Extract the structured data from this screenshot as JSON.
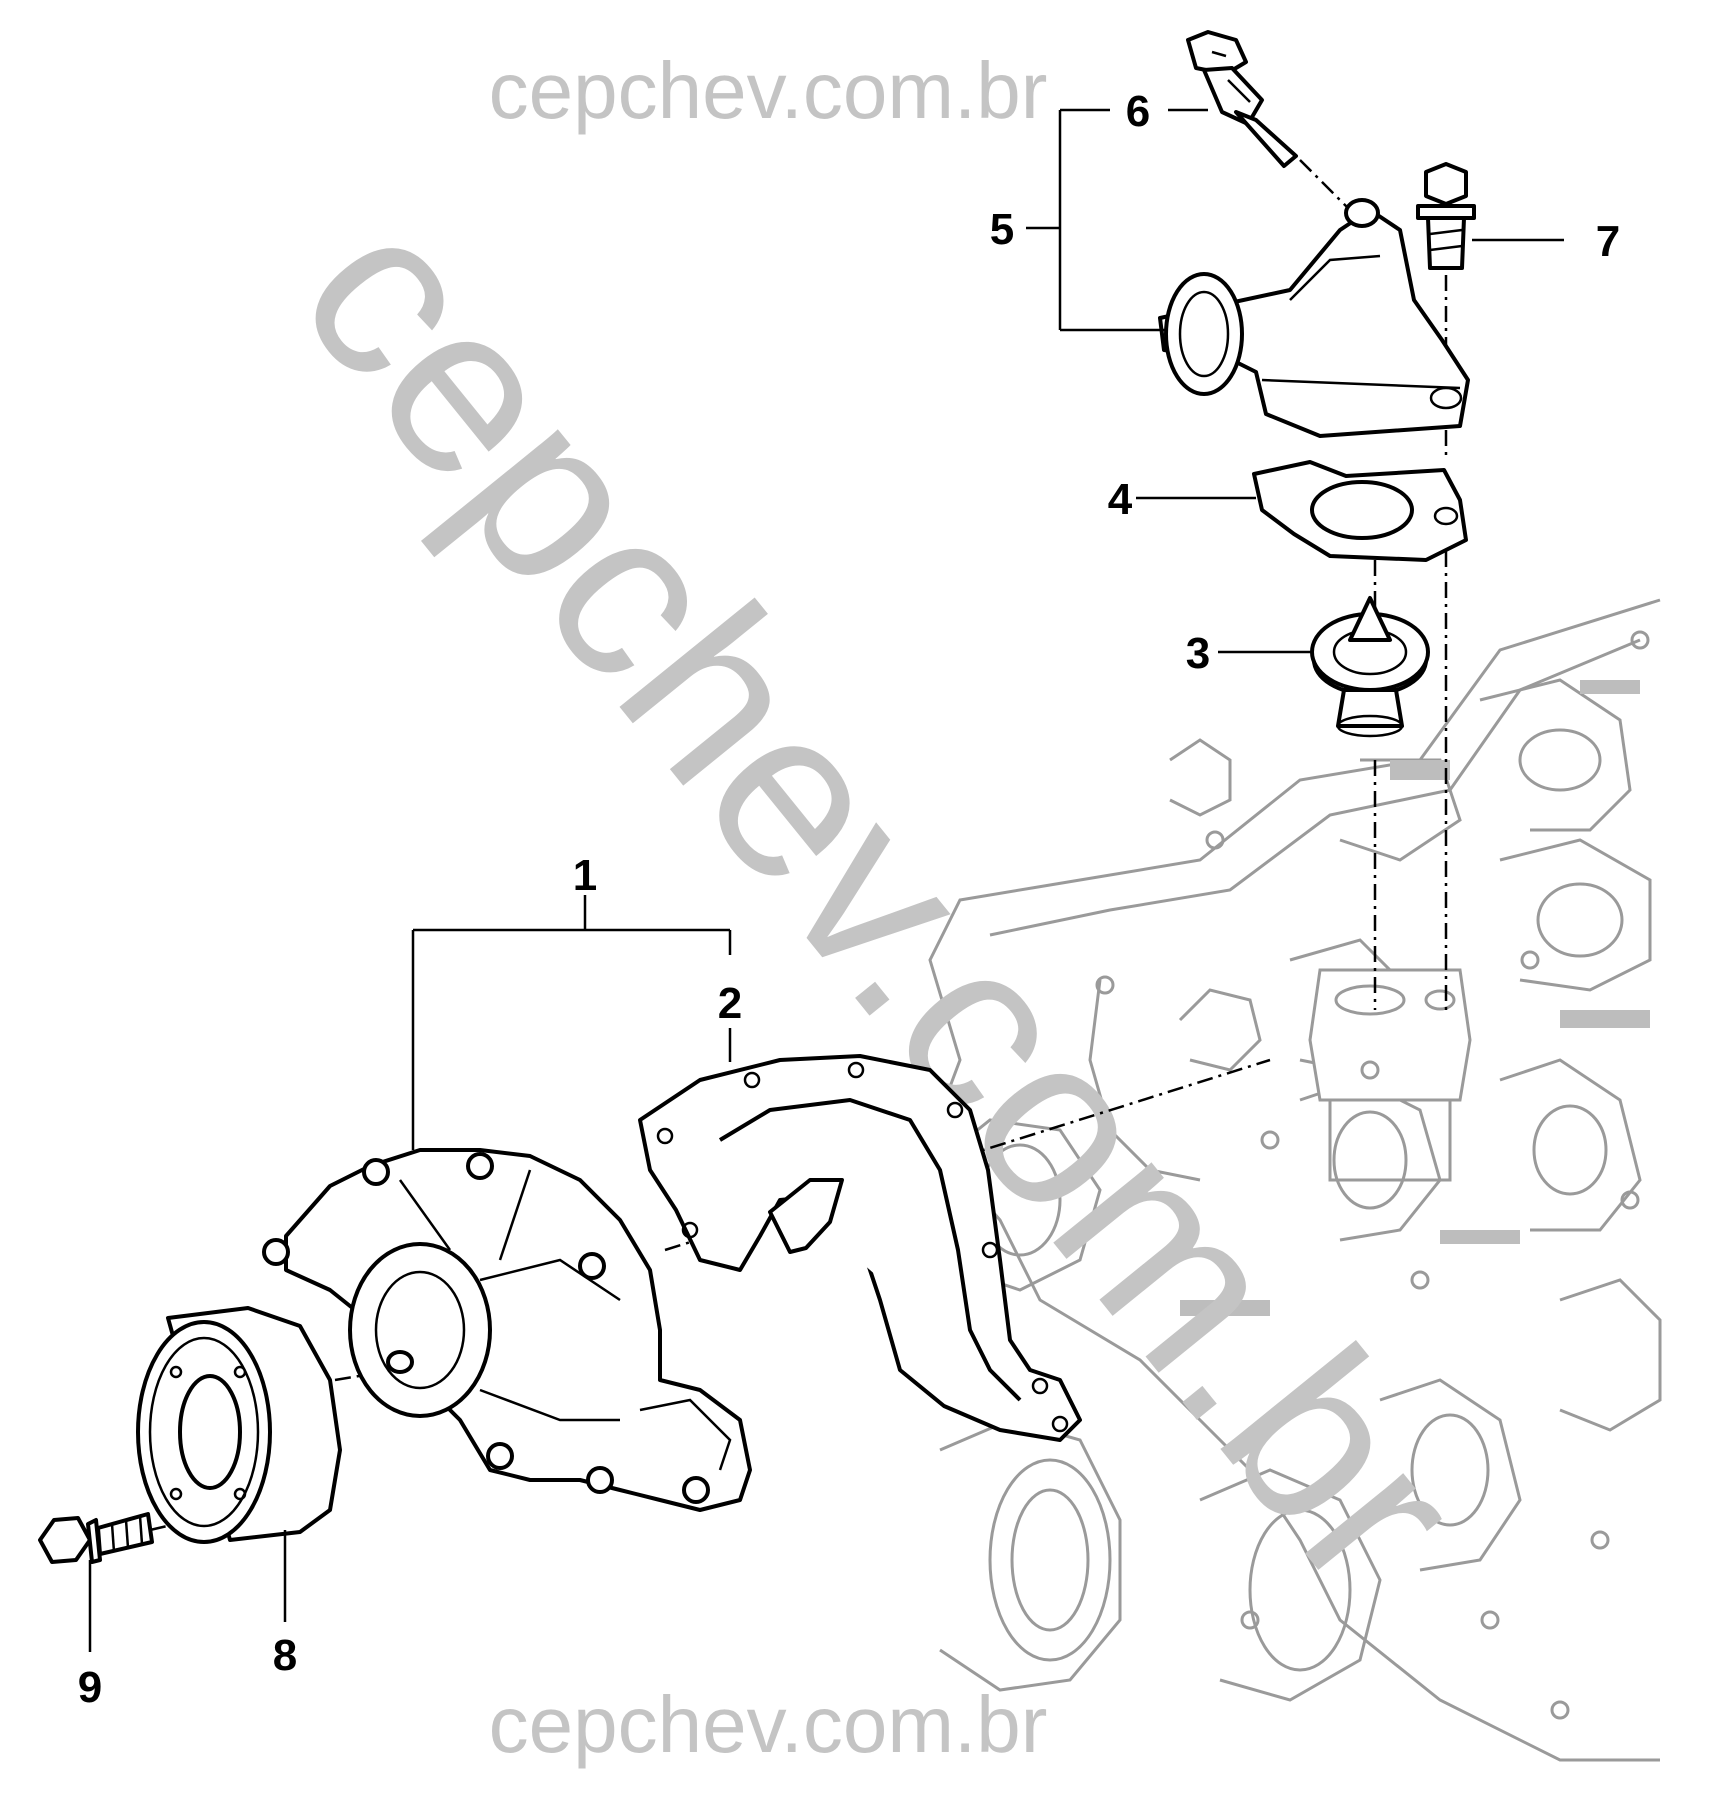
{
  "watermark": {
    "text": "cepchev.com.br"
  },
  "callouts": {
    "c1": "1",
    "c2": "2",
    "c3": "3",
    "c4": "4",
    "c5": "5",
    "c6": "6",
    "c7": "7",
    "c8": "8",
    "c9": "9"
  },
  "colors": {
    "watermark": "#c4c4c4",
    "line_art": "#000000",
    "engine_block": "#9a9a9a",
    "background": "#ffffff"
  }
}
